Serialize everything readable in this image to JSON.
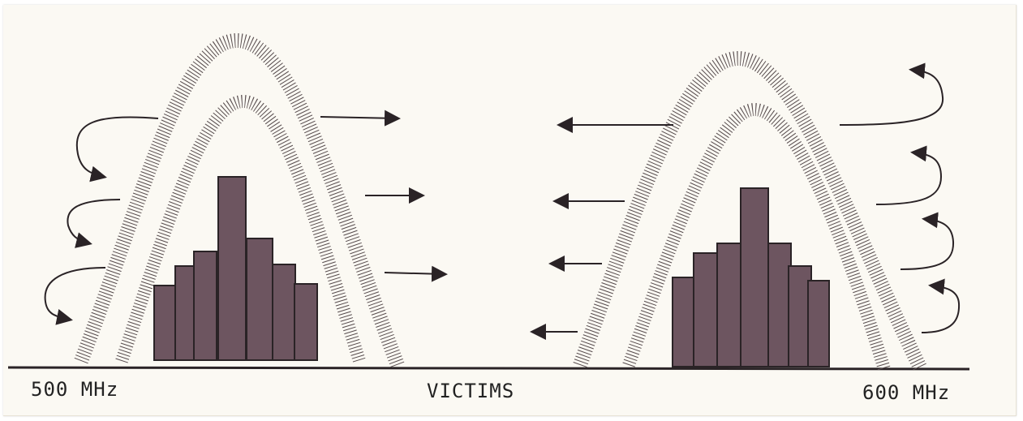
{
  "labels": {
    "left_frequency": "500 MHz",
    "center": "VICTIMS",
    "right_frequency": "600 MHz"
  },
  "colors": {
    "paper": "#fbf9f3",
    "ink": "#2a2326",
    "building_fill": "#6d5560"
  }
}
